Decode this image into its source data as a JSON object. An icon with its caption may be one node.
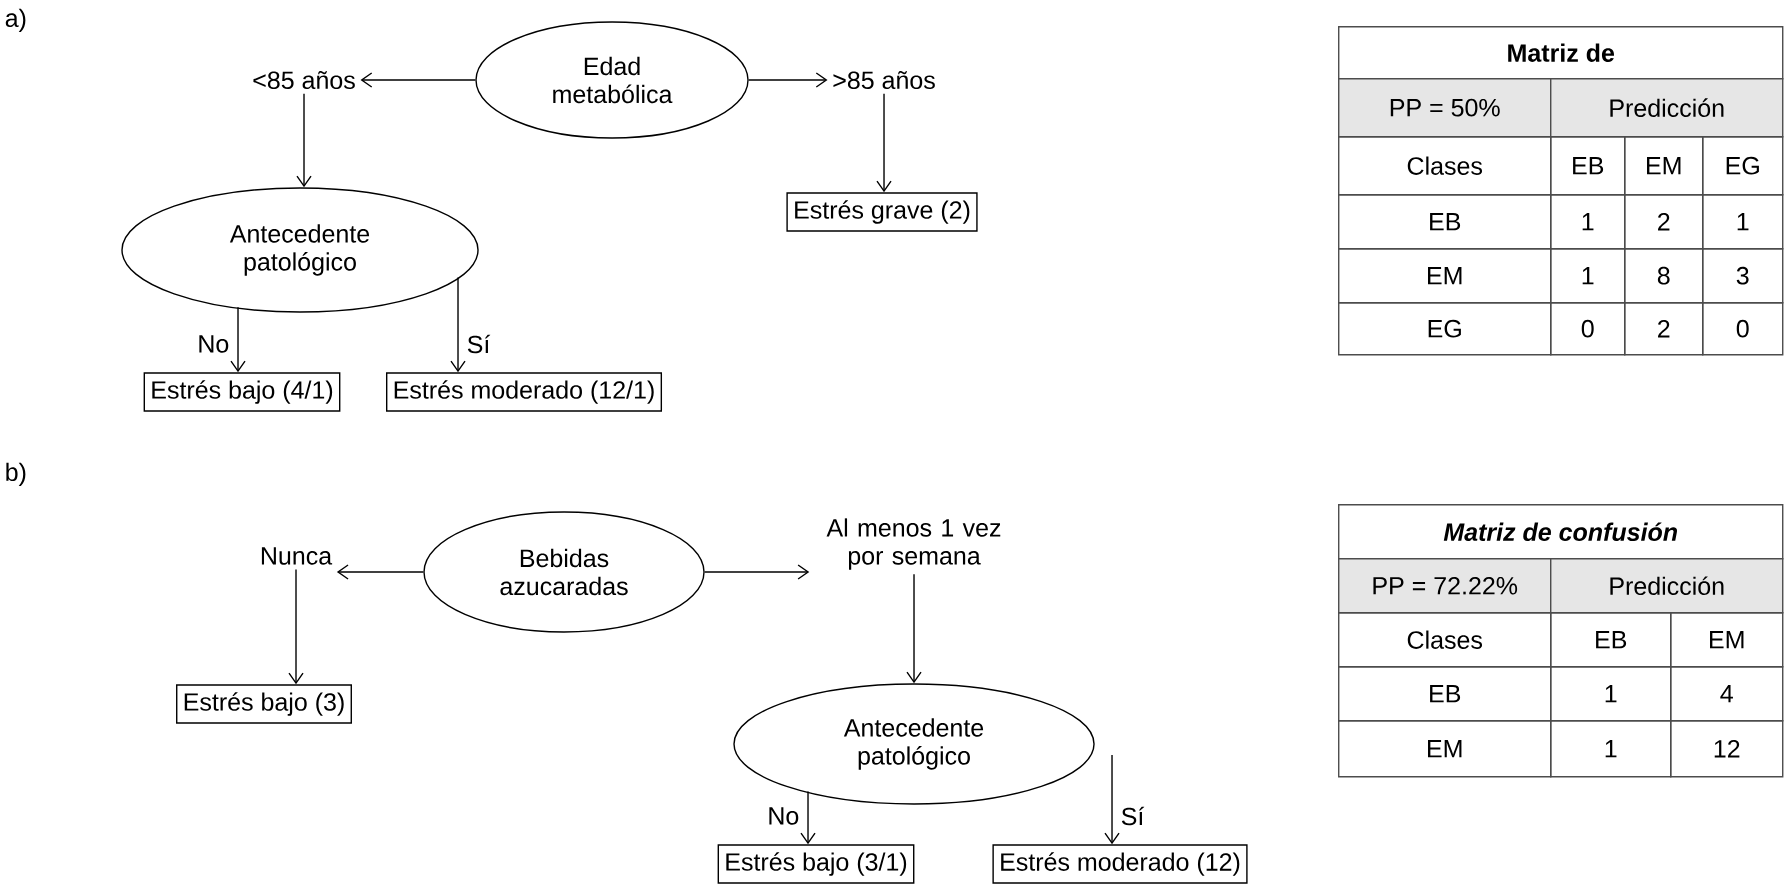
{
  "diagram": {
    "nodes": [
      {
        "text": [
          "Edad metabólica"
        ]
      },
      {
        "text": [
          "<85 años"
        ]
      },
      {
        "text": [
          ">85 años"
        ]
      },
      {
        "text": [
          "Antecedente patológico"
        ]
      },
      {
        "text": [
          "Estrés grave (2)"
        ]
      },
      {
        "text": [
          "Estrés bajo (4/1)"
        ]
      },
      {
        "text": [
          "Estrés moderado (12/1)"
        ]
      },
      {
        "text": [
          "Bebidas azucaradas"
        ]
      },
      {
        "text": [
          "Nunca"
        ]
      },
      {
        "text": [
          "Al menos 1 vez por semana"
        ]
      },
      {
        "text": [
          "Estrés bajo (3)"
        ]
      },
      {
        "text": [
          "Antecedente patológico"
        ]
      },
      {
        "text": [
          "Estrés bajo (3/1)"
        ]
      },
      {
        "text": [
          "Estrés moderado (12)"
        ]
      }
    ],
    "edges": [
      {
        "from": 0,
        "to": 1,
        "arrow": "to"
      },
      {
        "from": 0,
        "to": 2,
        "arrow": "to"
      },
      {
        "from": 1,
        "to": 3,
        "arrow": "to"
      },
      {
        "from": 2,
        "to": 4,
        "arrow": "to"
      },
      {
        "from": 3,
        "to": 5,
        "arrow": "to",
        "label": "No"
      },
      {
        "from": 3,
        "to": 6,
        "arrow": "to",
        "label": "Sí"
      },
      {
        "from": 7,
        "to": 8,
        "arrow": "to"
      },
      {
        "from": 7,
        "to": 9,
        "arrow": "to"
      },
      {
        "from": 8,
        "to": 10,
        "arrow": "to"
      },
      {
        "from": 9,
        "to": 11,
        "arrow": "to"
      },
      {
        "from": 11,
        "to": 12,
        "arrow": "to",
        "label": "No"
      },
      {
        "from": 11,
        "to": 13,
        "arrow": "to",
        "label": "Sí"
      }
    ],
    "labels": [
      "a)",
      "Matriz de",
      "PP = 50%",
      "Predicción",
      "Clases",
      "EB",
      "EM",
      "EG",
      "EB",
      "1",
      "2",
      "1",
      "EM",
      "1",
      "8",
      "3",
      "EG",
      "0",
      "2",
      "0",
      "b)",
      "Matriz de confusión",
      "PP = 72.22%",
      "Predicción",
      "Clases",
      "EB",
      "EM",
      "EB",
      "1",
      "4",
      "EM",
      "1",
      "12"
    ]
  }
}
